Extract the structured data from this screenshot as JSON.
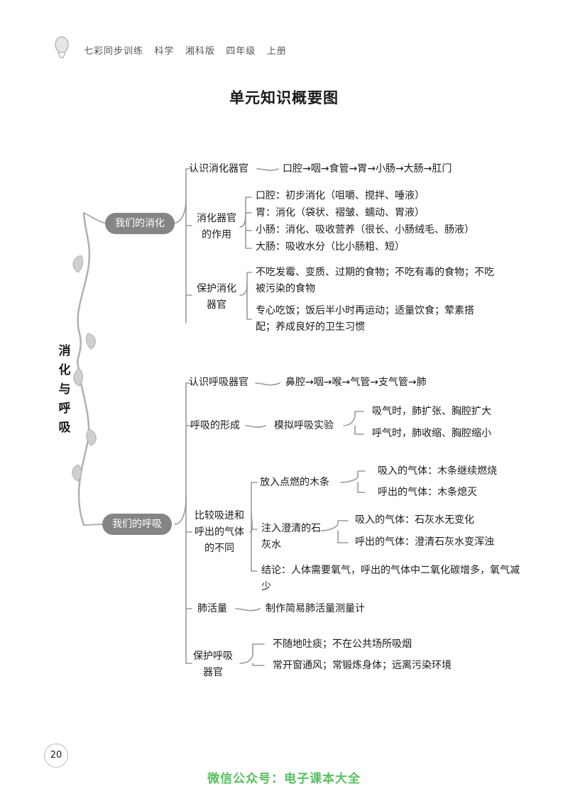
{
  "header": {
    "book": "七彩同步训练",
    "subject": "科学",
    "edition": "湘科版",
    "grade": "四年级",
    "volume": "上册"
  },
  "title": "单元知识概要图",
  "root": "消化与呼吸",
  "digestion": {
    "label": "我们的消化",
    "know_organs": {
      "label": "认识消化器官",
      "path": "口腔→咽→食管→胃→小肠→大肠→肛门"
    },
    "functions": {
      "label": "消化器官的作用",
      "items": [
        "口腔：初步消化（咀嚼、搅拌、唾液）",
        "胃：消化（袋状、褶皱、蠕动、胃液）",
        "小肠：消化、吸收营养（很长、小肠绒毛、肠液）",
        "大肠：吸收水分（比小肠粗、短）"
      ]
    },
    "protect": {
      "label": "保护消化器官",
      "items": [
        "不吃发霉、变质、过期的食物；不吃有毒的食物；不吃被污染的食物",
        "专心吃饭；饭后半小时再运动；适量饮食；荤素搭配；养成良好的卫生习惯"
      ]
    }
  },
  "respiration": {
    "label": "我们的呼吸",
    "know_organs": {
      "label": "认识呼吸器官",
      "path": "鼻腔→咽→喉→气管→支气管→肺"
    },
    "formation": {
      "label": "呼吸的形成",
      "experiment": "模拟呼吸实验",
      "items": [
        "吸气时，肺扩张、胸腔扩大",
        "呼气时，肺收缩、胸腔缩小"
      ]
    },
    "compare": {
      "label": "比较吸进和呼出的气体的不同",
      "wood": {
        "label": "放入点燃的木条",
        "items": [
          "吸入的气体：木条继续燃烧",
          "呼出的气体：木条熄灭"
        ]
      },
      "limewater": {
        "label": "注入澄清的石灰水",
        "items": [
          "吸入的气体：石灰水无变化",
          "呼出的气体：澄清石灰水变浑浊"
        ]
      },
      "conclusion": "结论：人体需要氧气，呼出的气体中二氧化碳增多，氧气减少"
    },
    "lung": {
      "label": "肺活量",
      "item": "制作简易肺活量测量计"
    },
    "protect": {
      "label": "保护呼吸器官",
      "items": [
        "不随地吐痰；不在公共场所吸烟",
        "常开窗通风；常锻炼身体；远离污染环境"
      ]
    }
  },
  "page_number": "20",
  "watermark": "微信公众号：电子课本大全"
}
